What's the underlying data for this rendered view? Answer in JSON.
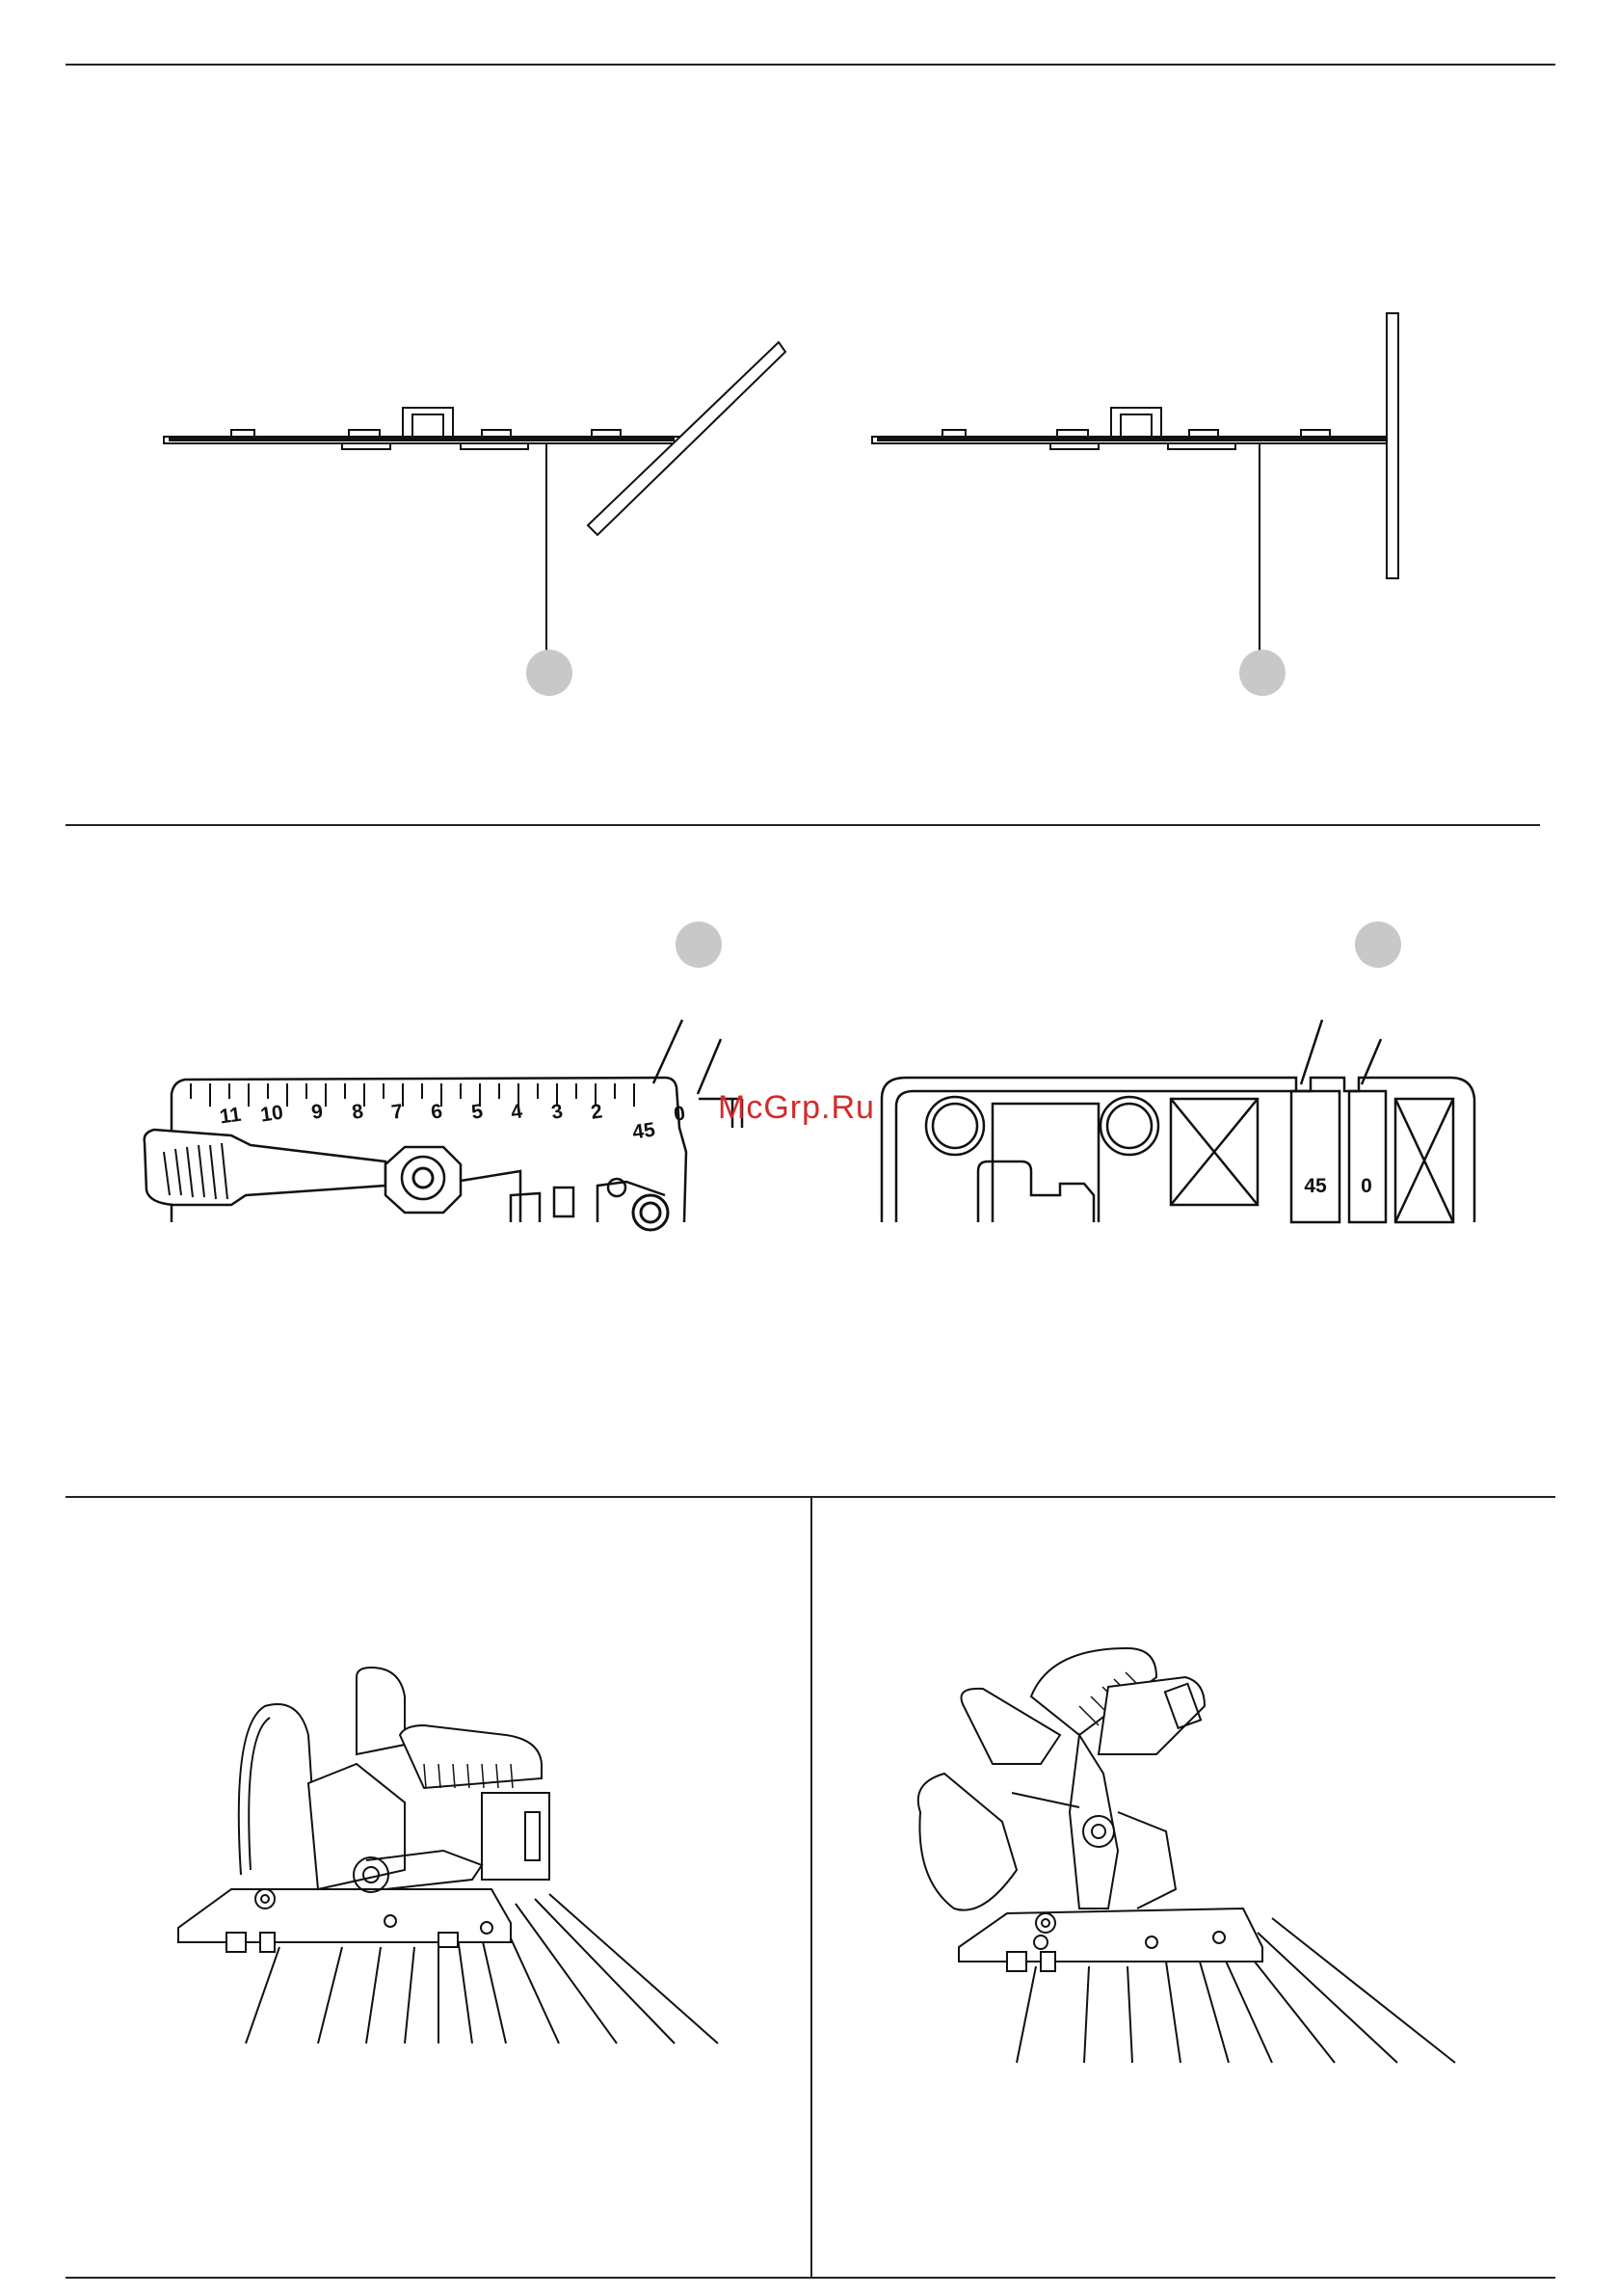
{
  "watermark": "McGrp.Ru",
  "figures": {
    "guide_rail_angled": {
      "callout_number": ""
    },
    "guide_rail_square": {
      "callout_number": ""
    },
    "scale_front_view": {
      "callout_number": "",
      "scale_numbers": [
        "11",
        "10",
        "9",
        "8",
        "7",
        "6",
        "5",
        "4",
        "3",
        "2",
        "45",
        "0"
      ]
    },
    "base_bottom_view": {
      "callout_number": "",
      "notch_labels": [
        "45",
        "0"
      ]
    },
    "saw_upright": {},
    "saw_bevel": {}
  }
}
